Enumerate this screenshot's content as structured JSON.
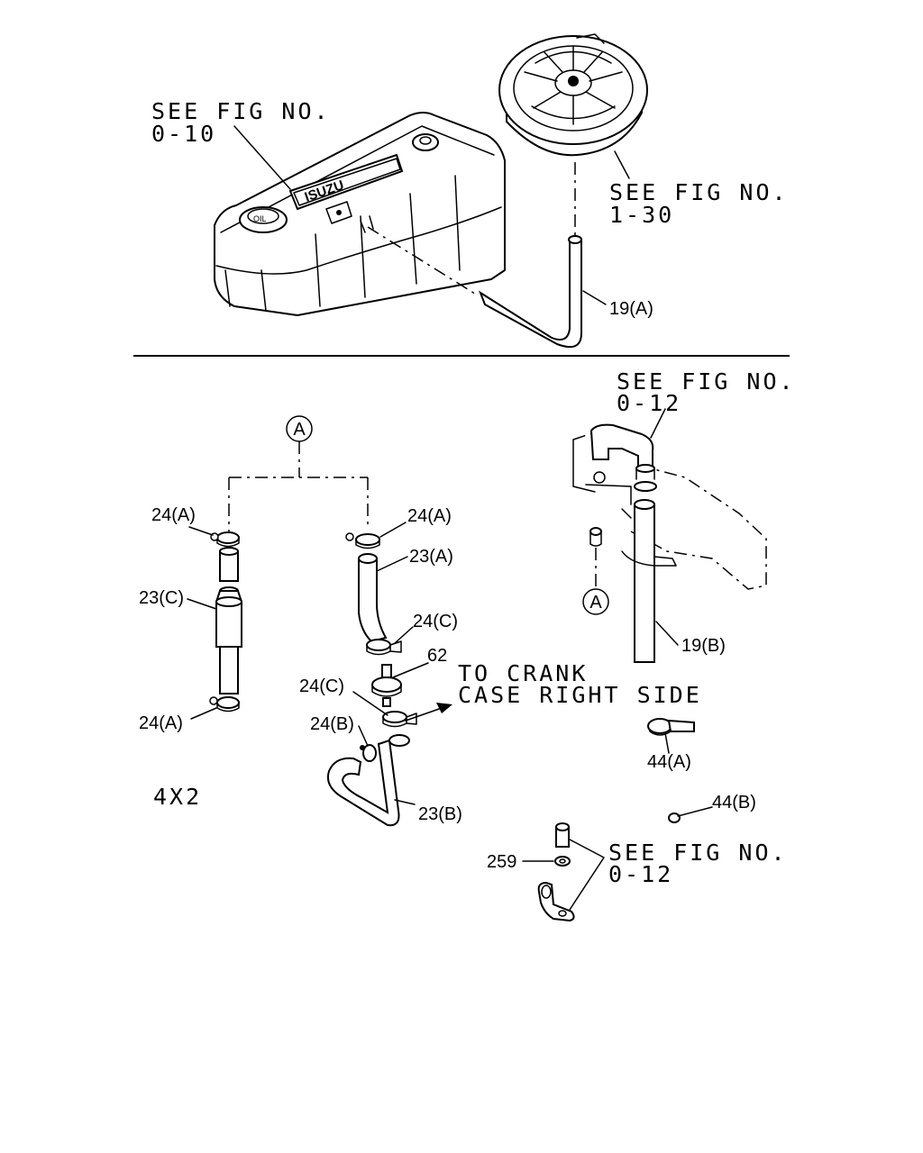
{
  "references": {
    "valve_cover": [
      "SEE FIG NO.",
      "0-10"
    ],
    "air_cleaner": [
      "SEE FIG NO.",
      "1-30"
    ],
    "bracket_top": [
      "SEE FIG NO.",
      "0-12"
    ],
    "bolt_clip": [
      "SEE FIG NO.",
      "0-12"
    ]
  },
  "callouts": {
    "hose_19a": "19(A)",
    "hose_19b": "19(B)",
    "clamp_24a_left_top": "24(A)",
    "clamp_24a_right_top": "24(A)",
    "clamp_24a_left_bottom": "24(A)",
    "hose_23a": "23(A)",
    "hose_23c": "23(C)",
    "hose_23b": "23(B)",
    "clamp_24c_upper": "24(C)",
    "clamp_24c_lower": "24(C)",
    "clamp_24b": "24(B)",
    "valve_62": "62",
    "clamp_44a": "44(A)",
    "clamp_44b": "44(B)",
    "washer_259": "259",
    "connector_a_top": "A",
    "connector_a_right": "A"
  },
  "notes": {
    "destination": [
      "TO CRANK",
      "CASE RIGHT SIDE"
    ],
    "variant": "4X2"
  },
  "valve_cover_badge": "ISUZU",
  "oil_cap_text": "OIL"
}
